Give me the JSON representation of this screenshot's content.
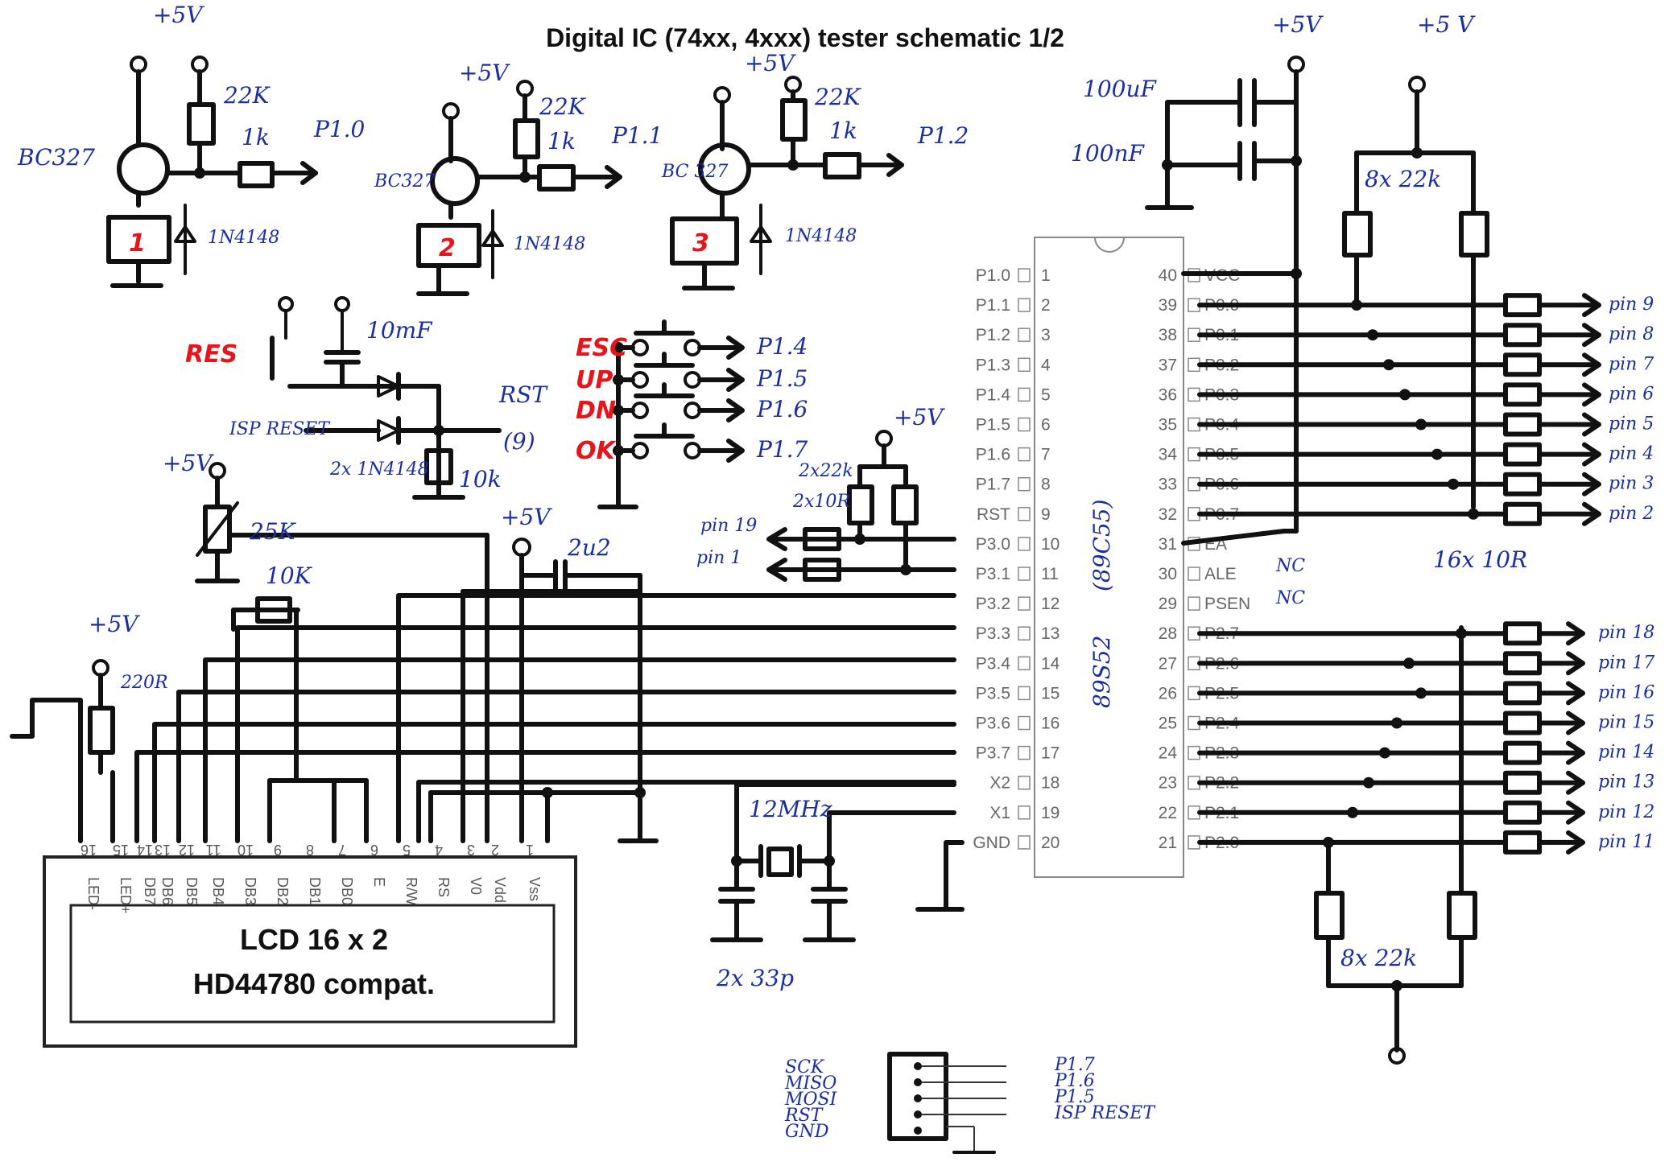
{
  "title": "Digital IC (74xx, 4xxx) tester schematic 1/2",
  "power": {
    "vcc": "+5V",
    "vcc_alt": "+5 V"
  },
  "relays": [
    {
      "number": "1",
      "transistor": "BC327",
      "pullup": "22K",
      "series": "1k",
      "diode": "1N4148",
      "net": "P1.0"
    },
    {
      "number": "2",
      "transistor": "BC327",
      "pullup": "22K",
      "series": "1k",
      "diode": "1N4148",
      "net": "P1.1"
    },
    {
      "number": "3",
      "transistor": "BC 327",
      "pullup": "22K",
      "series": "1k",
      "diode": "1N4148",
      "net": "P1.2"
    }
  ],
  "reset": {
    "label": "RES",
    "cap": "10mF",
    "isp": "ISP RESET",
    "diodes": "2x 1N4148",
    "net": "RST",
    "pin": "(9)",
    "resistor": "10k"
  },
  "buttons": [
    {
      "label": "ESC",
      "net": "P1.4"
    },
    {
      "label": "UP",
      "net": "P1.5"
    },
    {
      "label": "DN",
      "net": "P1.6"
    },
    {
      "label": "OK",
      "net": "P1.7"
    }
  ],
  "contrast": {
    "pot": "25K",
    "trim": "10K",
    "cap": "2u2"
  },
  "backlight": {
    "resistor": "220R"
  },
  "serial": {
    "res1": "2x22k",
    "res2": "2x10R",
    "pin_a": "pin 19",
    "pin_b": "pin 1"
  },
  "caps": {
    "c1": "100uF",
    "c2": "100nF"
  },
  "crystal": {
    "freq": "12MHz",
    "caps": "2x 33p"
  },
  "mcu": {
    "name": "89S52",
    "alt": "(89C55)",
    "left_pins": [
      {
        "n": "1",
        "name": "P1.0"
      },
      {
        "n": "2",
        "name": "P1.1"
      },
      {
        "n": "3",
        "name": "P1.2"
      },
      {
        "n": "4",
        "name": "P1.3"
      },
      {
        "n": "5",
        "name": "P1.4"
      },
      {
        "n": "6",
        "name": "P1.5"
      },
      {
        "n": "7",
        "name": "P1.6"
      },
      {
        "n": "8",
        "name": "P1.7"
      },
      {
        "n": "9",
        "name": "RST"
      },
      {
        "n": "10",
        "name": "P3.0"
      },
      {
        "n": "11",
        "name": "P3.1"
      },
      {
        "n": "12",
        "name": "P3.2"
      },
      {
        "n": "13",
        "name": "P3.3"
      },
      {
        "n": "14",
        "name": "P3.4"
      },
      {
        "n": "15",
        "name": "P3.5"
      },
      {
        "n": "16",
        "name": "P3.6"
      },
      {
        "n": "17",
        "name": "P3.7"
      },
      {
        "n": "18",
        "name": "X2"
      },
      {
        "n": "19",
        "name": "X1"
      },
      {
        "n": "20",
        "name": "GND"
      }
    ],
    "right_pins": [
      {
        "n": "40",
        "name": "VCC"
      },
      {
        "n": "39",
        "name": "P0.0"
      },
      {
        "n": "38",
        "name": "P0.1"
      },
      {
        "n": "37",
        "name": "P0.2"
      },
      {
        "n": "36",
        "name": "P0.3"
      },
      {
        "n": "35",
        "name": "P0.4"
      },
      {
        "n": "34",
        "name": "P0.5"
      },
      {
        "n": "33",
        "name": "P0.6"
      },
      {
        "n": "32",
        "name": "P0.7"
      },
      {
        "n": "31",
        "name": "EA"
      },
      {
        "n": "30",
        "name": "ALE"
      },
      {
        "n": "29",
        "name": "PSEN"
      },
      {
        "n": "28",
        "name": "P2.7"
      },
      {
        "n": "27",
        "name": "P2.6"
      },
      {
        "n": "26",
        "name": "P2.5"
      },
      {
        "n": "25",
        "name": "P2.4"
      },
      {
        "n": "24",
        "name": "P2.3"
      },
      {
        "n": "23",
        "name": "P2.2"
      },
      {
        "n": "22",
        "name": "P2.1"
      },
      {
        "n": "21",
        "name": "P2.0"
      }
    ],
    "nc": "NC"
  },
  "port0": {
    "pullups": "8x 22k",
    "series": "16x 10R",
    "outputs": [
      "pin 9",
      "pin 8",
      "pin 7",
      "pin 6",
      "pin 5",
      "pin 4",
      "pin 3",
      "pin 2"
    ]
  },
  "port2": {
    "pullups": "8x 22k",
    "outputs": [
      "pin 18",
      "pin 17",
      "pin 16",
      "pin 15",
      "pin 14",
      "pin 13",
      "pin 12",
      "pin 11"
    ]
  },
  "lcd": {
    "line1": "LCD 16 x 2",
    "line2": "HD44780 compat.",
    "pin_numbers": [
      "16",
      "15",
      "14",
      "13",
      "12",
      "11",
      "10",
      "9",
      "8",
      "7",
      "6",
      "5",
      "4",
      "3",
      "2",
      "1"
    ],
    "pin_names": [
      "LED-",
      "LED+",
      "DB7",
      "DB6",
      "DB5",
      "DB4",
      "DB3",
      "DB2",
      "DB1",
      "DB0",
      "E",
      "R/W",
      "RS",
      "V0",
      "Vdd",
      "Vss"
    ]
  },
  "isp": {
    "signals": [
      "SCK",
      "MISO",
      "MOSI",
      "RST",
      "GND"
    ],
    "nets": [
      "P1.7",
      "P1.6",
      "P1.5",
      "ISP RESET"
    ]
  }
}
